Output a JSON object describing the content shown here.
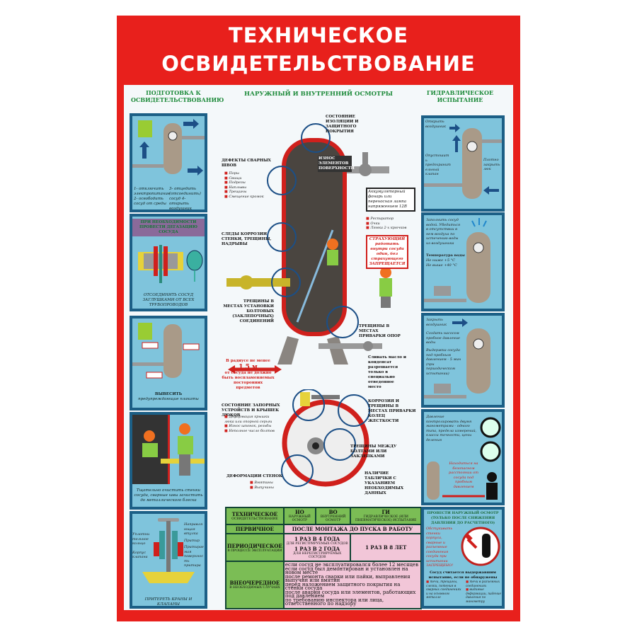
{
  "title": {
    "line1": "ТЕХНИЧЕСКОЕ",
    "line2": "ОСВИДЕТЕЛЬСТВОВАНИЕ"
  },
  "columns": {
    "left": "ПОДГОТОВКА К ОСВИДЕТЕЛЬСТВОВАНИЮ",
    "center": "НАРУЖНЫЙ И ВНУТРЕННИЙ ОСМОТРЫ",
    "right": "ГИДРАВЛИЧЕСКОЕ ИСПЫТАНИЕ"
  },
  "left_panels": [
    {
      "caption_a": "1- отключить электропитание 2- освободить сосуд от среды",
      "caption_b": "3- отцедить (отсоединить) сосуд 4- открыть воздушник"
    },
    {
      "heading": "ПРИ НЕОБХОДИМОСТИ ПРОВЕСТИ ДЕГАЗАЦИЮ СОСУДА",
      "caption": "ОТСОЕДИНИТЬ СОСУД ЗАГЛУШКАМИ ОТ ВСЕХ ТРУБОПРОВОДОВ"
    },
    {
      "caption_bold": "ВЫВЕСИТЬ",
      "caption": "предупреждающие плакаты"
    },
    {
      "caption": "Тщательно очистить стенки сосуда, сварные швы зачистить до металлического блеска"
    },
    {
      "labels": [
        "Направляющая втулка",
        "Притир",
        "Притираемая поверхность притира",
        "Уплотнительное кольцо",
        "Корпус клапана"
      ],
      "caption": "ПРИТЕРЕТЬ КРАНЫ И КЛАПАНЫ"
    }
  ],
  "center": {
    "insulation": "СОСТОЯНИЕ ИЗОЛЯЦИИ И ЗАЩИТНОГО ПОКРЫТИЯ",
    "welds": "ДЕФЕКТЫ СВАРНЫХ ШВОВ",
    "weld_items": [
      "Поры",
      "Свищи",
      "Подрезы",
      "Наплывы",
      "Трещины",
      "Смещение кромок"
    ],
    "wear": "ИЗНОС ЭЛЕМЕНТОВ ПОВЕРХНОСТИ",
    "lamp": "Аккумуляторный фонарь или переносная лампа напряжением 12В",
    "ppe": [
      "Респиратор",
      "Очки",
      "Лямка 2-х крючков"
    ],
    "corrosion": "СЛЕДЫ КОРРОЗИИ СТЕНКИ, ТРЕЩИНЫ, НАДРЫВЫ",
    "warning": "СТРАХУЮЩИЙ работать внутри сосуда один, без страхующего ЗАПРЕЩАЕТСЯ",
    "bolted": "ТРЕЩИНЫ В МЕСТАХ УСТАНОВКИ БОЛТОВЫХ (ЗАКЛЕПОЧНЫХ) СОЕДИНЕНИЙ",
    "supports": "ТРЕЩИНЫ В МЕСТАХ ПРИВАРКИ ОПОР",
    "radius_a": "В радиусе не менее",
    "radius_v": "1,5 м",
    "radius_b": "от сосуда не должно быть воспламеняемых посторонних предметов",
    "drain": "Сливать масло и конденсат разрешается только в специально отведенное место",
    "locks": "СОСТОЯНИЕ ЗАПОРНЫХ УСТРОЙСТВ И КРЫШЕК ЛЮКОВ",
    "lock_items": [
      "Деформация крышки люка или опорной серьги",
      "Износ шпонок, резьбы",
      "Неполное число болтов"
    ],
    "rings": "КОРРОЗИЯ И ТРЕЩИНЫ В МЕСТАХ ПРИВАРКИ КОЛЕЦ ЖЕСТКОСТИ",
    "bolts": "ТРЕЩИНЫ МЕЖДУ БОЛТАМИ ИЛИ ЗАКЛЕПКАМИ",
    "deform": "ДЕФОРМАЦИИ СТЕНОК",
    "deform_items": [
      "Вмятины",
      "Выпучины"
    ],
    "plate": "НАЛИЧИЕ ТАБЛИЧКИ С УКАЗАНИЕМ НЕОБХОДИМЫХ ДАННЫХ"
  },
  "table": {
    "h0": "ТЕХНИЧЕСКОЕ",
    "h0s": "ОСВИДЕТЕЛЬСТВОВАНИЕ",
    "h1": "НО",
    "h1s": "НАРУЖНЫЙ ОСМОТР",
    "h2": "ВО",
    "h2s": "ВНУТРЕННИЙ ОСМОТР",
    "h3": "ГИ",
    "h3s": "ГИДРАВЛИЧЕСКОЕ (ИЛИ ПНЕВМАТИЧЕСКОЕ) ИСПЫТАНИЕ",
    "r1": "ПЕРВИЧНОЕ",
    "r1v": "ПОСЛЕ МОНТАЖА ДО ПУСКА В РАБОТУ",
    "r2": "ПЕРИОДИЧЕСКОЕ",
    "r2s": "В ПРОЦЕССЕ ЭКСПЛУАТАЦИИ",
    "r2a": "1 РАЗ В 4 ГОДА",
    "r2as": "ДЛЯ РЕГИСТРИРУЕМЫХ СОСУДОВ",
    "r2b": "1 РАЗ В 2 ГОДА",
    "r2bs": "ДЛЯ НЕРЕГИСТРИРУЕМЫХ СОСУДОВ",
    "r2c": "1 РАЗ В 8 ЛЕТ",
    "r3": "ВНЕОЧЕРЕДНОЕ",
    "r3s": "В НЕОБХОДИМЫХ СЛУЧАЯХ",
    "r3_items": [
      "если сосуд не эксплуатировался более 12 месяцев",
      "если сосуд был демонтирован и установлен на новом месте",
      "после ремонта сварки или пайки, выправления выпучин или вмятин",
      "перед наложением защитного покрытия на стенки сосуда",
      "после аварии сосуда или элементов, работающих под давлением",
      "по требованию инспектора или лица, ответственного по надзору"
    ]
  },
  "right_panels": [
    {
      "labels": [
        "Открыть воздушник",
        "Опустошить предохранительный клапан",
        "Плотно закрыть люк"
      ]
    },
    {
      "text": "Заполнить сосуд водой. Убедиться в отсутствии в нем воздуха по истечению воды из воздушника",
      "temp_head": "Температура воды",
      "temp_items": [
        "Не ниже +5 °С",
        "Не выше +40 °С"
      ]
    },
    {
      "labels": [
        "Закрыть воздушник",
        "Создать насосом пробное давление воды",
        "Выдержка сосуда под пробным давлением - 5 мин (при периодическом испытании)"
      ]
    },
    {
      "text": "Давление контролировать двумя манометрами - одного типа, предела измерений, класса точности, цены деления",
      "warning": "Находиться на безопасном расстоянии от сосуда под пробным давлением"
    },
    {
      "heading": "ПРОВЕСТИ НАРУЖНЫЙ ОСМОТР (ТОЛЬКО ПОСЛЕ СНИЖЕНИЯ ДАВЛЕНИЯ ДО РАСЧЕТНОГО)",
      "warning": "Обстукивать стенки корпуса, сварные и разъемные соединения сосуда при испытании ЗАПРЕЩЕНО!",
      "result": "Сосуд считается выдержавшим испытание, если не обнаружены",
      "items": [
        "течи, трещины, слезки, потения в сварных соединениях и на основном металле",
        "течи в разъемных соединениях",
        "видимые деформации, падение давления по манометру"
      ]
    }
  ]
}
